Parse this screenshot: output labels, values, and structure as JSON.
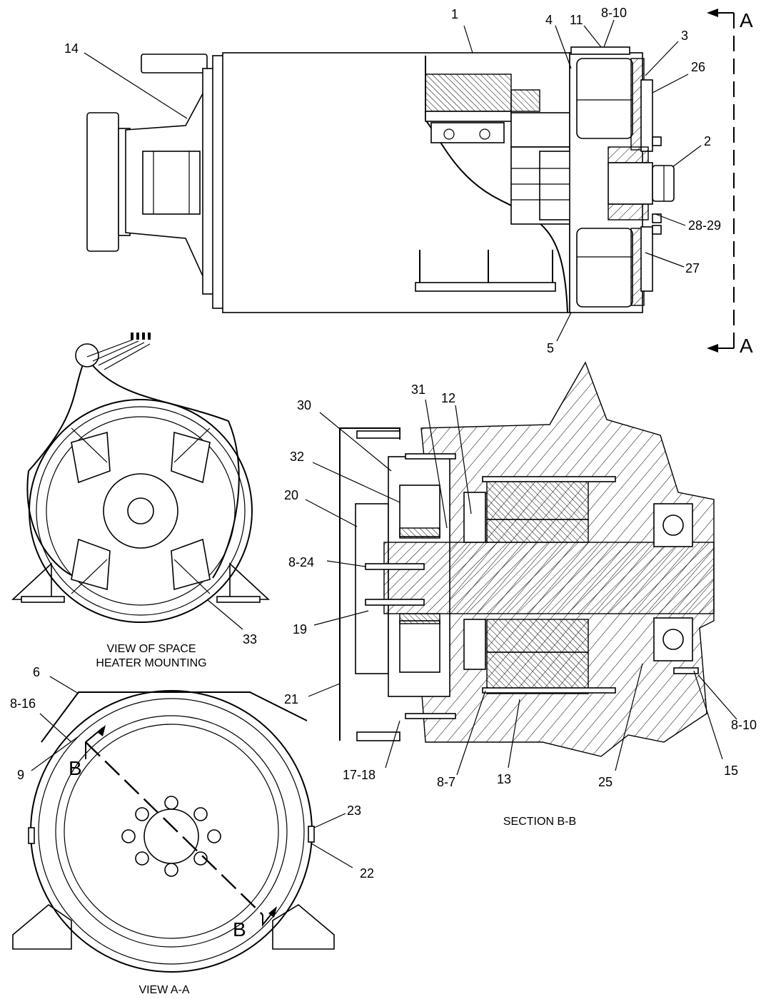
{
  "callouts": {
    "c1": "1",
    "c2": "2",
    "c3": "3",
    "c4": "4",
    "c5": "5",
    "c6": "6",
    "c8_10_top": "8-10",
    "c8_16": "8-16",
    "c8_24": "8-24",
    "c8_7": "8-7",
    "c8_10_right": "8-10",
    "c9": "9",
    "c11": "11",
    "c12": "12",
    "c13": "13",
    "c14": "14",
    "c15": "15",
    "c17_18": "17-18",
    "c19": "19",
    "c20": "20",
    "c21": "21",
    "c22": "22",
    "c23": "23",
    "c25": "25",
    "c26": "26",
    "c27": "27",
    "c28_29": "28-29",
    "c30": "30",
    "c31": "31",
    "c32": "32",
    "c33": "33"
  },
  "section_markers": {
    "a_top": "A",
    "a_bottom": "A",
    "b_top": "B",
    "b_bottom": "B"
  },
  "captions": {
    "space_heater_line1": "VIEW OF SPACE",
    "space_heater_line2": "HEATER MOUNTING",
    "view_aa": "VIEW A-A",
    "section_bb": "SECTION B-B"
  }
}
